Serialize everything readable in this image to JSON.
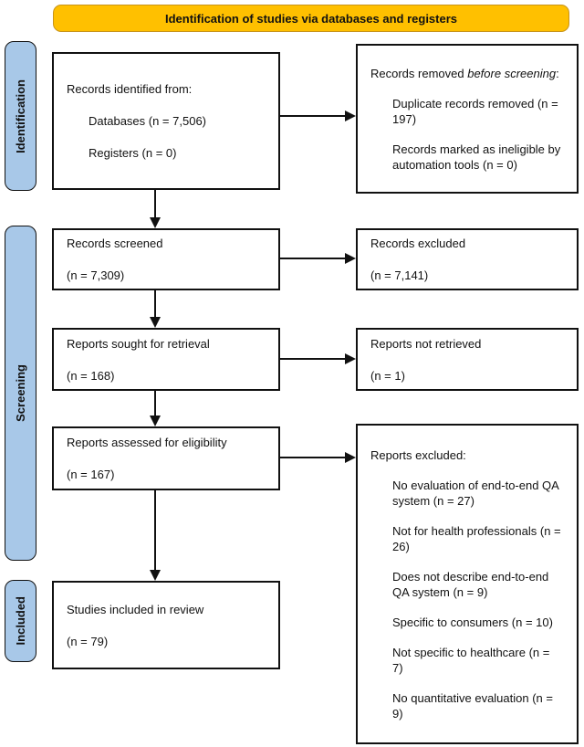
{
  "colors": {
    "banner_bg": "#FFC000",
    "banner_border": "#C8941A",
    "sidebar_bg": "#A8C8E8",
    "box_border": "#111111"
  },
  "banner": {
    "title": "Identification of studies via databases and registers"
  },
  "sidebar": {
    "items": [
      {
        "label": "Identification"
      },
      {
        "label": "Screening"
      },
      {
        "label": "Included"
      }
    ]
  },
  "flow": {
    "identified": {
      "title": "Records identified from:",
      "items": [
        "Databases (n = 7,506)",
        "Registers (n = 0)"
      ]
    },
    "removed": {
      "prefix": "Records removed ",
      "emphasis": "before screening",
      "suffix": ":",
      "items": [
        "Duplicate records removed (n = 197)",
        "Records marked as ineligible by automation tools (n = 0)"
      ]
    },
    "screened": {
      "line1": "Records screened",
      "line2": "(n = 7,309)"
    },
    "records_excluded": {
      "line1": "Records excluded",
      "line2": "(n = 7,141)"
    },
    "sought": {
      "line1": "Reports sought for retrieval",
      "line2": "(n = 168)"
    },
    "not_retrieved": {
      "line1": "Reports not retrieved",
      "line2": "(n = 1)"
    },
    "assessed": {
      "line1": "Reports assessed for eligibility",
      "line2": "(n = 167)"
    },
    "reports_excluded": {
      "title": "Reports excluded:",
      "items": [
        "No evaluation of end-to-end QA system (n = 27)",
        "Not for health professionals (n = 26)",
        "Does not describe end-to-end QA system (n = 9)",
        "Specific to consumers (n = 10)",
        "Not specific to healthcare (n = 7)",
        "No quantitative evaluation (n = 9)"
      ]
    },
    "included": {
      "line1": "Studies included in review",
      "line2": "(n = 79)"
    }
  }
}
